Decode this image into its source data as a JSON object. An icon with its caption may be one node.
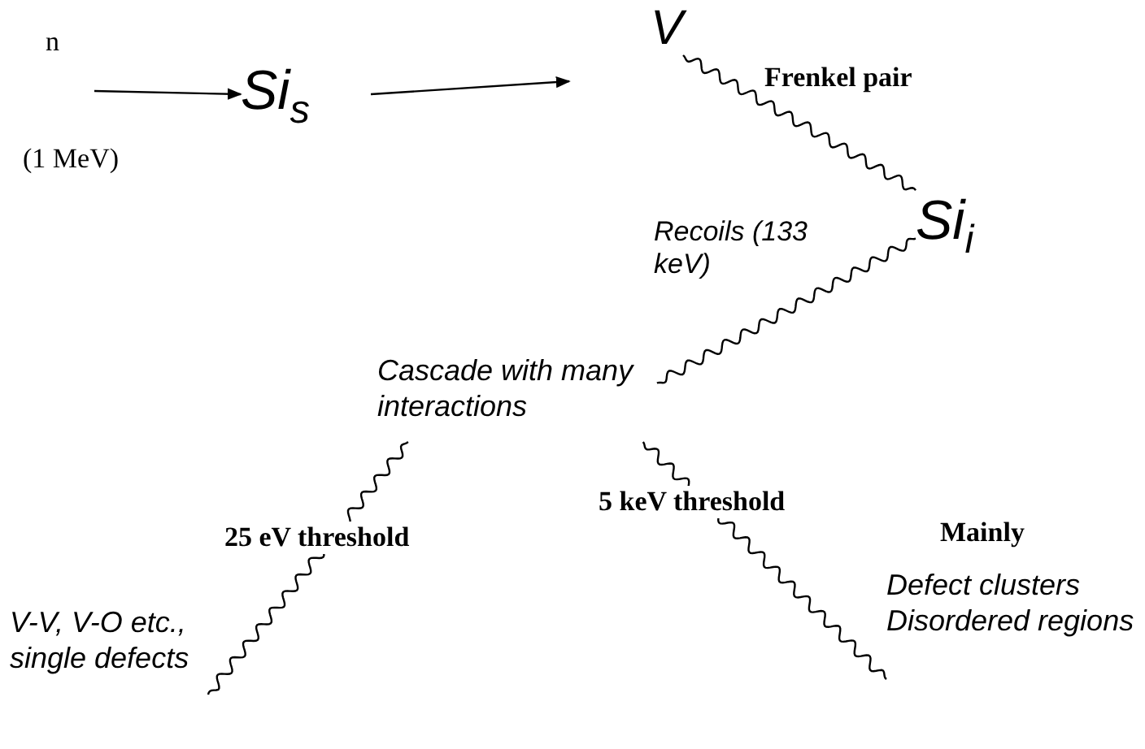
{
  "diagram": {
    "nodes": [
      {
        "text": [
          "n"
        ],
        "beside": [
          "(1 MeV)"
        ]
      },
      {
        "text": [
          "Si$_{s}$"
        ]
      },
      {
        "text": [
          "V"
        ]
      },
      {
        "text": [
          "Si$_{i}$"
        ]
      },
      {
        "text": [
          "Cascade with many interactions"
        ]
      },
      {
        "text": [
          "V-V, V-O etc., single defects"
        ]
      },
      {
        "text": [
          "Mainly",
          "Defect clusters Disordered regions"
        ]
      }
    ],
    "edges": [
      {
        "from": 0,
        "to": 1,
        "arrow": "to"
      },
      {
        "from": 1,
        "to": 2,
        "arrow": "to"
      },
      {
        "from": 2,
        "to": 3,
        "arrow": "none",
        "label": "Frenkel pair"
      },
      {
        "from": 3,
        "to": 4,
        "arrow": "none",
        "label": "Recoils (133 keV)"
      },
      {
        "from": 4,
        "to": 5,
        "arrow": "none",
        "label": "25 eV threshold"
      },
      {
        "from": 4,
        "to": 6,
        "arrow": "none",
        "label": "5 keV threshold"
      }
    ]
  }
}
